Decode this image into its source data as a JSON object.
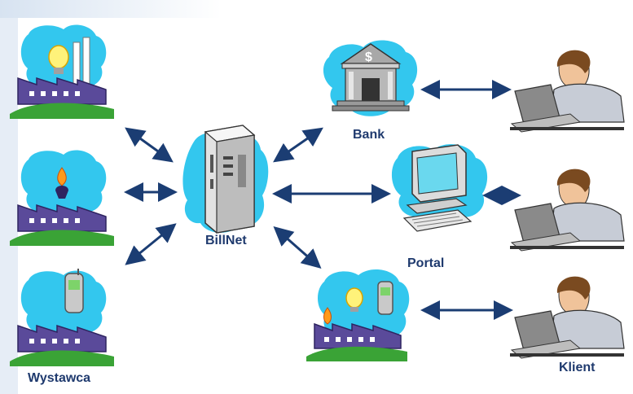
{
  "labels": {
    "issuer": "Wystawca",
    "billnet": "BillNet",
    "bank": "Bank",
    "portal": "Portal",
    "client": "Klient"
  },
  "colors": {
    "arrow": "#1b3d73",
    "cloud": "#33c7ee",
    "building": "#5a4a9a",
    "building_dark": "#2e2460",
    "grass": "#3aa336",
    "computer": "#d8d8d8",
    "screen": "#6ad8ee",
    "shirt": "#c7ccd6",
    "skin": "#f0c39a",
    "hair": "#7a4a20",
    "desk": "#333333",
    "label": "#1f3a6e",
    "background": "#ffffff",
    "background_tint": "#e3ebf5"
  },
  "icons": {
    "factory_electric": "factory-lightbulb-icon",
    "factory_gas": "factory-gas-flame-icon",
    "factory_phone": "factory-mobile-phone-icon",
    "server": "billnet-server-icon",
    "bank": "bank-building-icon",
    "portal": "portal-computer-icon",
    "multi_provider": "multi-provider-factory-icon",
    "user": "user-at-laptop-icon"
  }
}
